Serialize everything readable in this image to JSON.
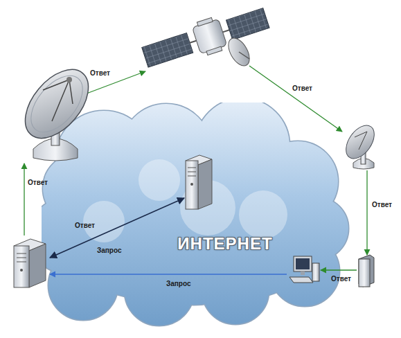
{
  "diagram": {
    "nodes": [
      {
        "text": [
          "ИНТЕРНЕТ"
        ]
      }
    ],
    "labels": [
      "Ответ",
      "Ответ",
      "Ответ",
      "Ответ",
      "Ответ",
      "Запрос",
      "Ответ",
      "Запрос"
    ]
  }
}
